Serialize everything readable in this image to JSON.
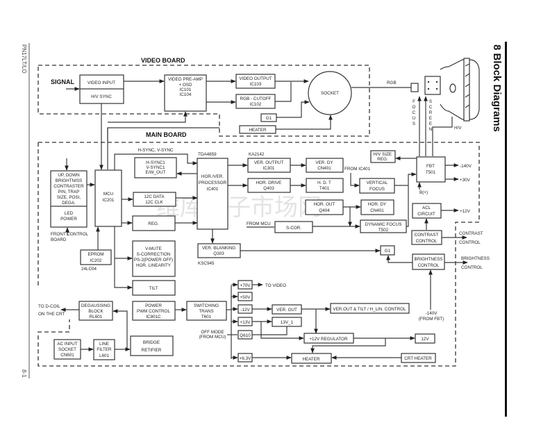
{
  "page": {
    "doc_code": "PN17LT/LO",
    "page_number": "8-1",
    "section_heading": "8 Block Diagrams",
    "watermark": "维库电子市场网"
  },
  "boards": {
    "video_board": "VIDEO BOARD",
    "main_board": "MAIN BOARD"
  },
  "video_board": {
    "signal_label": "SIGNAL",
    "video_input": "VIDEO  INPUT",
    "hv_sync": "H/V SYNC",
    "preamp": [
      "VIDEO PRE-AMP",
      "+ OSD",
      "IC101",
      "IC104"
    ],
    "video_output": [
      "VIDEO OUTPUT",
      "IC103"
    ],
    "rgb_cutoff": [
      "RGB - CUTOFF",
      "IC102"
    ],
    "g1": "G1",
    "heater": "HEATER",
    "socket": "SOCKET"
  },
  "crt": {
    "rgb_label": "RGB",
    "focus_label": [
      "F",
      "O",
      "C",
      "U",
      "S"
    ],
    "screen_label": [
      "S",
      "C",
      "R",
      "E",
      "E",
      "N"
    ],
    "hv_label": "H/V"
  },
  "main_board": {
    "hsync_vsync_label": "H-SYNC, V-SYNC",
    "tda_label": "TDA4859",
    "ka_label": "KA2142",
    "front_control": [
      "UP, DOWN",
      "BRIGHTNISS",
      "CONTRASTER",
      "PIN, TRAP",
      "SIZE, POSI,",
      "DEGA."
    ],
    "led_power": [
      "LED",
      "POWER"
    ],
    "front_control_board": [
      "FRONT CONTROL",
      "BOARD"
    ],
    "mcu": [
      "MCU",
      "IC201"
    ],
    "hsync1": [
      "H-SYNC1",
      "V-SYNC1",
      "E/W_OUT"
    ],
    "i2c": [
      "12C DATA",
      "12C CLK"
    ],
    "reg": "REG.",
    "processor": [
      "HOR./VER.",
      "PROCESSOR",
      "IC401"
    ],
    "ver_output": [
      "VER. OUTPUT",
      "IC301"
    ],
    "ver_dy": [
      "VER. DY",
      "CN401"
    ],
    "hor_drive": [
      "HOR. DRIVE",
      "Q403"
    ],
    "hdt": [
      "H. D. T",
      "T401"
    ],
    "hor_out": [
      "HOR. OUT",
      "Q404"
    ],
    "hor_dy": [
      "HOR. DY",
      "CN401"
    ],
    "from_mcu": "FROM MCU",
    "s_cor": "S-COR.",
    "dynamic_focus": [
      "DYNAMIC FOCUS",
      "T502"
    ],
    "hv_size_reg": [
      "H/V SIZE",
      "REG."
    ],
    "from_ic401": "FROM IC401",
    "vertical_focus": [
      "VERTICAL",
      "FOCUS"
    ],
    "fbt": [
      "FBT",
      "T501"
    ],
    "fbt_out1": "-140V",
    "fbt_out2": "+30V",
    "b_plus": "B(+)",
    "acl": [
      "ACL",
      "CIRCUIT"
    ],
    "acl_out": "+12V",
    "contrast_control": [
      "CONTRAST",
      "CONTROL"
    ],
    "contrast_out": [
      "CONTRAST",
      "CONTROL"
    ],
    "eprom": [
      "EPROM",
      "IC202"
    ],
    "eprom_part": "24LC04",
    "vmute": [
      "V-MUTE",
      "S-CORRECTION",
      "PS-2(POWER OFF)",
      "HOR. LINEARITY"
    ],
    "ver_blanking": [
      "VER. BLANKING",
      "Q303"
    ],
    "ksc_label": "KSC945",
    "g1": "G1",
    "brightness_control": [
      "BRIGHTNESS",
      "CONTROL"
    ],
    "brightness_out": [
      "BRIGHTNESS",
      "CONTROL"
    ],
    "minus140_from_fbt": [
      "-140V",
      "(FROM FBT)"
    ],
    "tilt": "TILT"
  },
  "power": {
    "to_dcoil": [
      "TO D-COIL",
      "ON THE CRT"
    ],
    "degaussing": [
      "DEGAUSSING",
      "BLOCK",
      "RL601"
    ],
    "power_pwm": [
      "POWER",
      "PWM CONTROL",
      "IC801C"
    ],
    "switching": [
      "SWITCHING",
      "TRANS",
      "T601"
    ],
    "ac_input": [
      "AC INPUT",
      "SOCKET",
      "CN601"
    ],
    "line_filter": [
      "LINE",
      "FILTER",
      "L601"
    ],
    "bridge": [
      "BRIDGE",
      "RETIFIER"
    ],
    "off_mode": [
      "OFF  MODE",
      "(FROM  MCU)"
    ],
    "rails": [
      "+70V",
      "+50V",
      "-12V",
      "+13V",
      "Q610",
      "+6.3V"
    ],
    "to_video": "TO VIDEO",
    "ver_out": "VER. OUT",
    "ver_out_tilt": "VER.OUT & TILT / H_LIN. CONTROL",
    "v13_1": "13V_1",
    "reg12": "+12V REGULATOR",
    "out12": "12V",
    "heater": "HEATER",
    "crt_heater": "CRT  HEATER"
  }
}
